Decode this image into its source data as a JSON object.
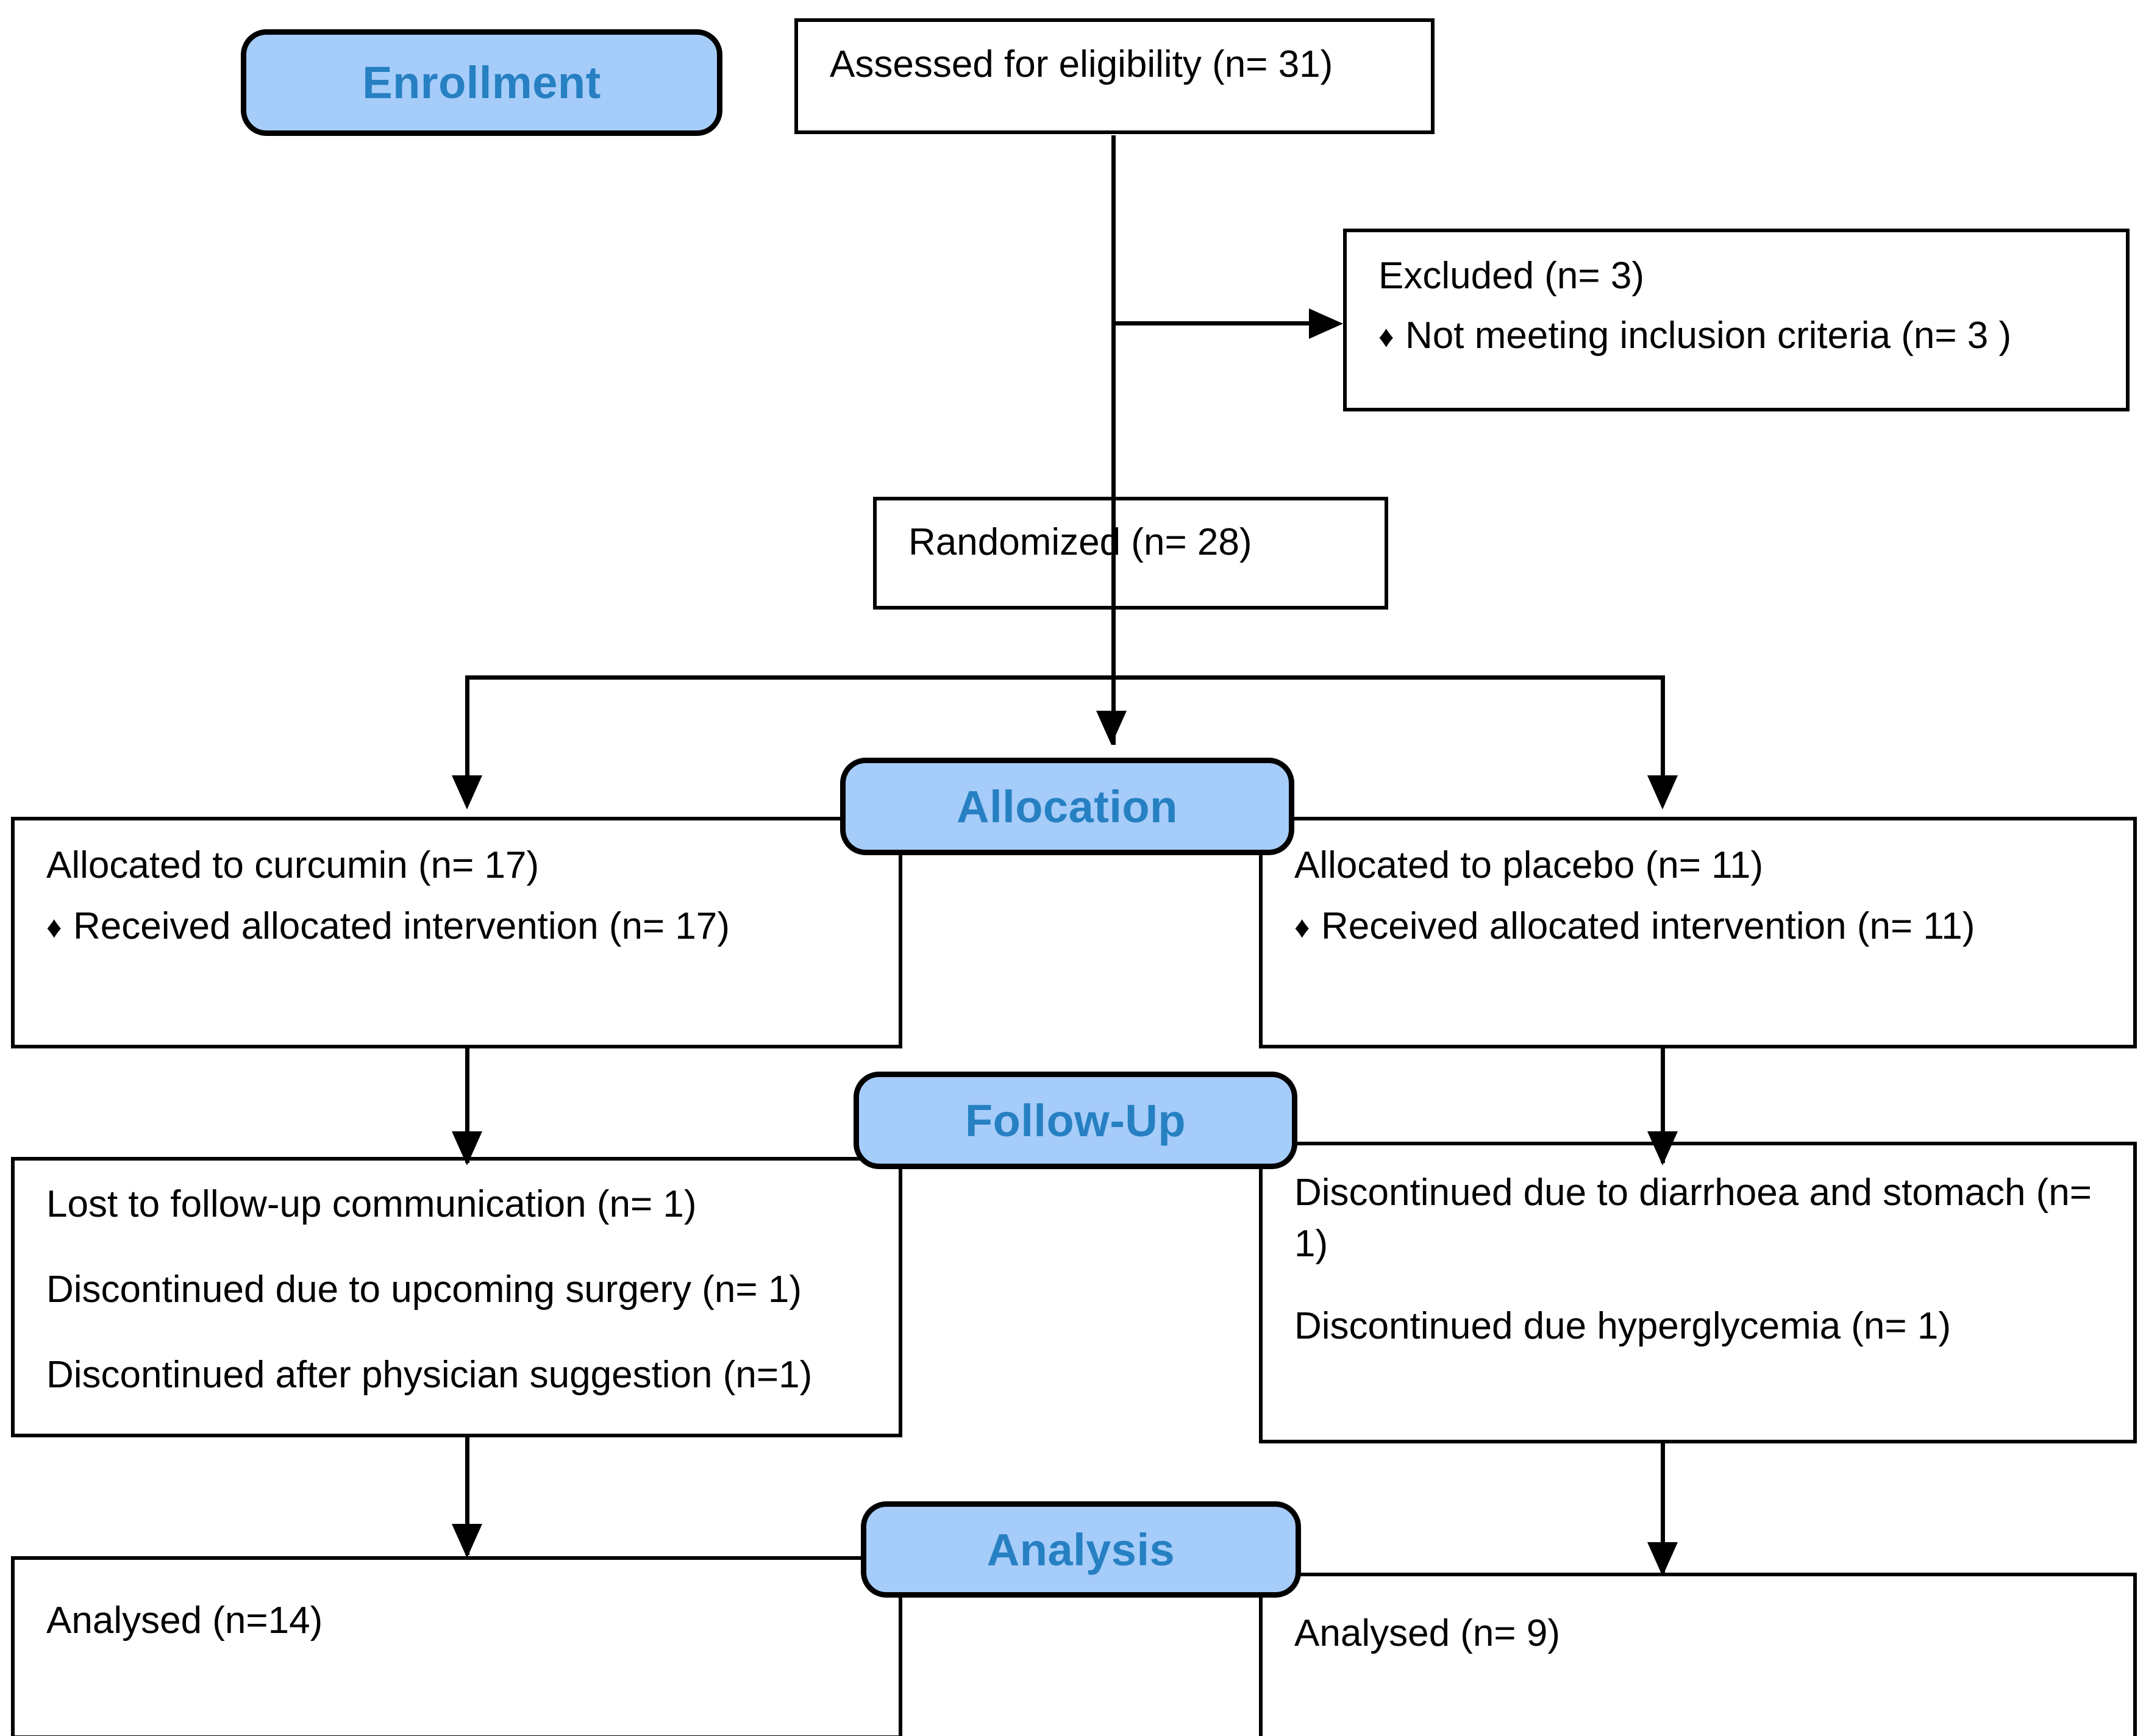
{
  "diagram": {
    "title": "CONSORT participant flow diagram",
    "stages": [
      {
        "id": "enrollment",
        "label": "Enrollment"
      },
      {
        "id": "allocation",
        "label": "Allocation"
      },
      {
        "id": "followup",
        "label": "Follow-Up"
      },
      {
        "id": "analysis",
        "label": "Analysis"
      }
    ],
    "colors": {
      "stage_fill": "#A6CCFA",
      "stage_text": "#2680C2",
      "stage_border": "#000000",
      "box_border": "#000000",
      "box_fill": "#FFFFFF",
      "text": "#000000"
    },
    "bullet_glyph": "♦",
    "boxes": {
      "assessed": {
        "line1": "Assessed for eligibility (n= 31)"
      },
      "excluded": {
        "line1": "Excluded (n= 3)",
        "bullet1": "Not meeting inclusion criteria (n= 3 )"
      },
      "randomized": {
        "line1": "Randomized (n= 28)"
      },
      "allocated_curcumin": {
        "line1": "Allocated to curcumin (n= 17)",
        "bullet1": "Received allocated intervention (n= 17)"
      },
      "allocated_placebo": {
        "line1": "Allocated to placebo (n= 11)",
        "bullet1": "Received allocated intervention (n= 11)"
      },
      "followup_curcumin": {
        "line1": "Lost to follow-up communication (n= 1)",
        "line2": "Discontinued due to upcoming surgery (n= 1)",
        "line3": "Discontinued after physician suggestion (n=1)"
      },
      "followup_placebo": {
        "line1": "Discontinued due to diarrhoea and stomach (n= 1)",
        "line2": "Discontinued due hyperglycemia (n= 1)"
      },
      "analysed_curcumin": {
        "line1": "Analysed (n=14)"
      },
      "analysed_placebo": {
        "line1": "Analysed (n= 9)"
      }
    }
  },
  "chart_data": {
    "type": "diagram",
    "title": "CONSORT flow diagram",
    "nodes": [
      {
        "id": "assessed",
        "stage": "Enrollment",
        "label": "Assessed for eligibility (n= 31)",
        "n": 31
      },
      {
        "id": "excluded",
        "stage": "Enrollment",
        "label": "Excluded (n= 3)",
        "n": 3,
        "reasons": [
          {
            "label": "Not meeting inclusion criteria (n= 3 )",
            "n": 3
          }
        ]
      },
      {
        "id": "randomized",
        "stage": "Enrollment",
        "label": "Randomized (n= 28)",
        "n": 28
      },
      {
        "id": "allocated_curcumin",
        "stage": "Allocation",
        "label": "Allocated to curcumin (n= 17)",
        "n": 17,
        "details": [
          {
            "label": "Received allocated intervention (n= 17)",
            "n": 17
          }
        ]
      },
      {
        "id": "allocated_placebo",
        "stage": "Allocation",
        "label": "Allocated to placebo (n= 11)",
        "n": 11,
        "details": [
          {
            "label": "Received allocated intervention (n= 11)",
            "n": 11
          }
        ]
      },
      {
        "id": "followup_curcumin",
        "stage": "Follow-Up",
        "arm": "curcumin",
        "details": [
          {
            "label": "Lost to follow-up communication (n= 1)",
            "n": 1
          },
          {
            "label": "Discontinued due to upcoming surgery (n= 1)",
            "n": 1
          },
          {
            "label": "Discontinued after physician suggestion (n=1)",
            "n": 1
          }
        ]
      },
      {
        "id": "followup_placebo",
        "stage": "Follow-Up",
        "arm": "placebo",
        "details": [
          {
            "label": "Discontinued due to diarrhoea and stomach (n= 1)",
            "n": 1
          },
          {
            "label": "Discontinued due hyperglycemia (n= 1)",
            "n": 1
          }
        ]
      },
      {
        "id": "analysed_curcumin",
        "stage": "Analysis",
        "label": "Analysed (n=14)",
        "n": 14
      },
      {
        "id": "analysed_placebo",
        "stage": "Analysis",
        "label": "Analysed (n= 9)",
        "n": 9
      }
    ],
    "edges": [
      {
        "from": "assessed",
        "to": "excluded"
      },
      {
        "from": "assessed",
        "to": "randomized"
      },
      {
        "from": "randomized",
        "to": "allocated_curcumin"
      },
      {
        "from": "randomized",
        "to": "allocated_placebo"
      },
      {
        "from": "allocated_curcumin",
        "to": "followup_curcumin"
      },
      {
        "from": "allocated_placebo",
        "to": "followup_placebo"
      },
      {
        "from": "followup_curcumin",
        "to": "analysed_curcumin"
      },
      {
        "from": "followup_placebo",
        "to": "analysed_placebo"
      }
    ]
  }
}
